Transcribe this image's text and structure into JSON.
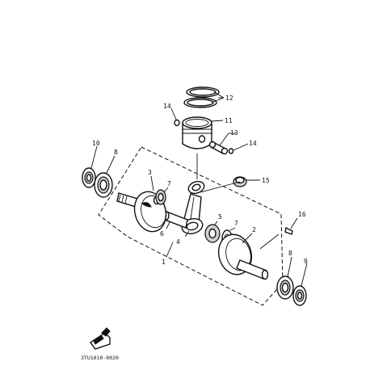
{
  "diagram": {
    "callouts": [
      {
        "id": "1",
        "text": "1"
      },
      {
        "id": "2",
        "text": "2"
      },
      {
        "id": "3",
        "text": "3"
      },
      {
        "id": "4",
        "text": "4"
      },
      {
        "id": "5",
        "text": "5"
      },
      {
        "id": "6",
        "text": "6"
      },
      {
        "id": "7a",
        "text": "7"
      },
      {
        "id": "7b",
        "text": "7"
      },
      {
        "id": "8a",
        "text": "8"
      },
      {
        "id": "8b",
        "text": "8"
      },
      {
        "id": "9",
        "text": "9"
      },
      {
        "id": "10",
        "text": "10"
      },
      {
        "id": "11",
        "text": "11"
      },
      {
        "id": "12",
        "text": "12"
      },
      {
        "id": "13",
        "text": "13"
      },
      {
        "id": "14a",
        "text": "14"
      },
      {
        "id": "14b",
        "text": "14"
      },
      {
        "id": "15",
        "text": "15"
      },
      {
        "id": "16",
        "text": "16"
      }
    ],
    "diagram_code": "3TU1010-0020"
  }
}
